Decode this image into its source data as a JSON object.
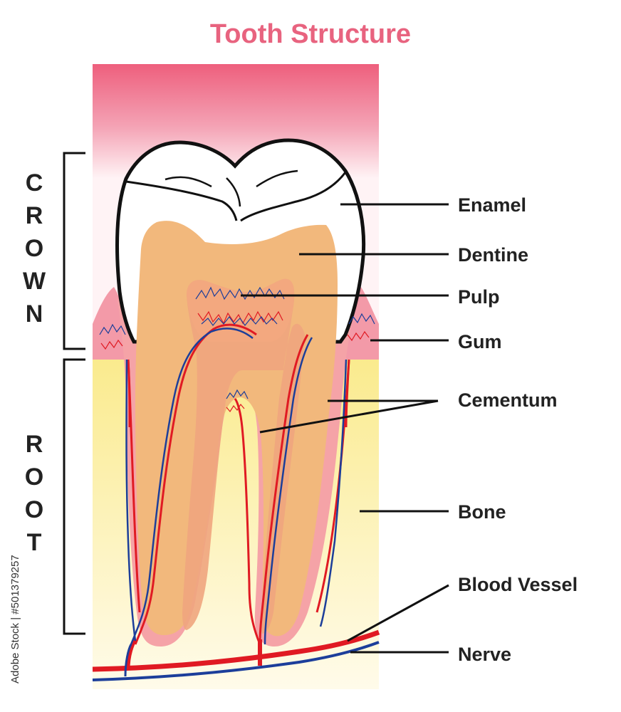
{
  "title": "Tooth Structure",
  "sections": {
    "crown": [
      "C",
      "R",
      "O",
      "W",
      "N"
    ],
    "root": [
      "R",
      "O",
      "O",
      "T"
    ]
  },
  "labels": {
    "enamel": "Enamel",
    "dentine": "Dentine",
    "pulp": "Pulp",
    "gum": "Gum",
    "cementum": "Cementum",
    "bone": "Bone",
    "blood_vessel": "Blood Vessel",
    "nerve": "Nerve"
  },
  "watermark": "Adobe Stock | #501379257",
  "colors": {
    "title": "#e8637f",
    "gum": "#ef5f7c",
    "enamel": "#ffffff",
    "dentine": "#f2b77b",
    "pulp": "#f3a37b",
    "cementum": "#f4a0a4",
    "bone": "#faeb8f",
    "blood_vessel": "#e01a23",
    "nerve": "#1c3e9a",
    "outline": "#111111"
  }
}
